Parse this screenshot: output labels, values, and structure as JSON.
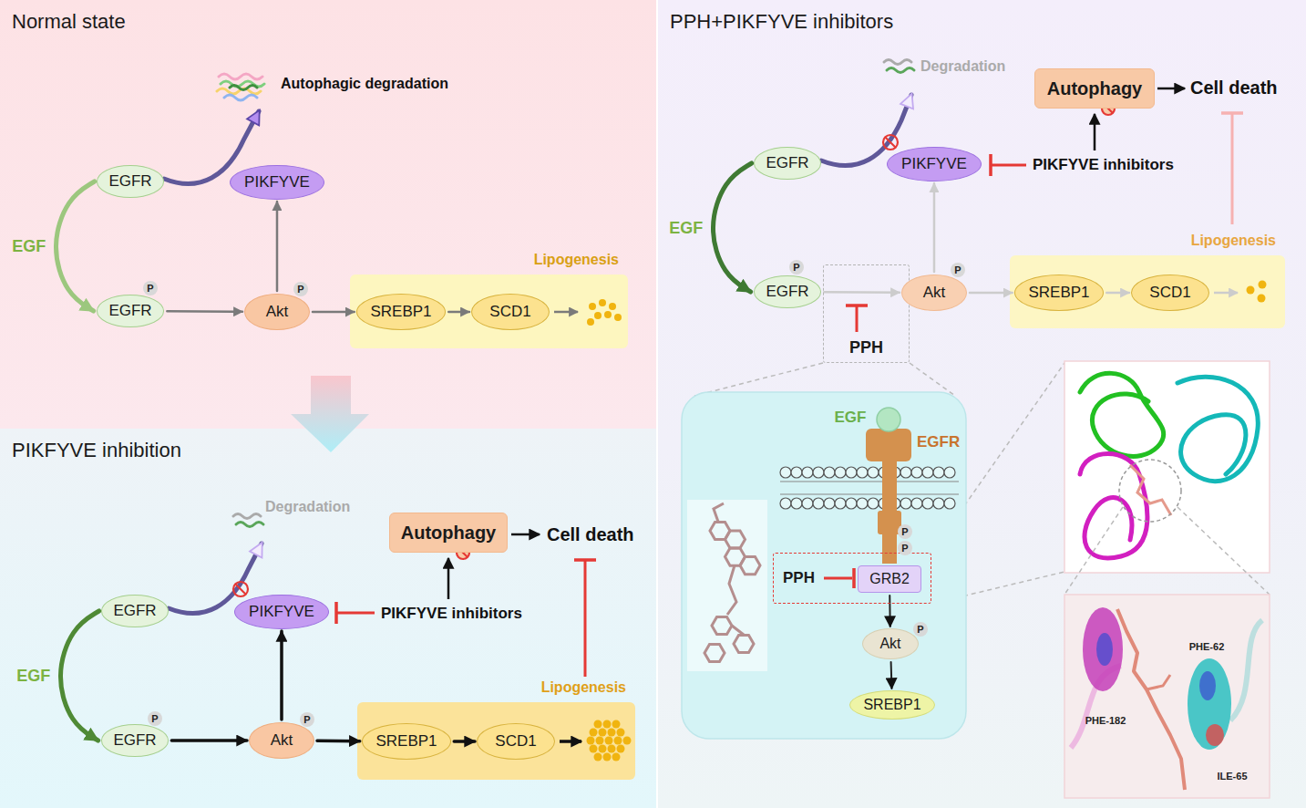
{
  "diagram": {
    "nodes": [
      {
        "text": [
          "Normal state"
        ]
      },
      {
        "text": [
          "EGFR"
        ],
        "in": 0
      },
      {
        "text": [
          "PIKFYVE"
        ],
        "in": 0
      },
      {
        "text": [
          "EGFR"
        ],
        "in": 0
      },
      {
        "text": [
          "Akt"
        ],
        "in": 0
      },
      {
        "text": [
          "Lipogenesis"
        ],
        "in": 0
      },
      {
        "text": [
          "SREBP1"
        ],
        "in": 5
      },
      {
        "text": [
          "SCD1"
        ],
        "in": 5
      },
      {
        "text": [
          "PIKFYVE inhibition"
        ]
      },
      {
        "text": [
          "Autophagy"
        ],
        "in": 8
      },
      {
        "text": [
          "EGFR"
        ],
        "in": 8
      },
      {
        "text": [
          "PIKFYVE"
        ],
        "in": 8
      },
      {
        "text": [
          "EGFR"
        ],
        "in": 8
      },
      {
        "text": [
          "Akt"
        ],
        "in": 8
      },
      {
        "text": [
          "Lipogenesis"
        ],
        "in": 8
      },
      {
        "text": [
          "SREBP1"
        ],
        "in": 14
      },
      {
        "text": [
          "SCD1"
        ],
        "in": 14
      },
      {
        "text": [
          "PPH+PIKFYVE inhibitors"
        ]
      },
      {
        "text": [
          "Autophagy"
        ],
        "in": 17
      },
      {
        "text": [
          "EGFR"
        ],
        "in": 17
      },
      {
        "text": [
          "PIKFYVE"
        ],
        "in": 17
      },
      {
        "text": [
          "EGFR"
        ],
        "in": 17
      },
      {
        "text": [
          "PPH"
        ],
        "in": 17
      },
      {
        "text": [
          "Akt"
        ],
        "in": 17
      },
      {
        "text": [
          "Lipogenesis"
        ],
        "in": 17
      },
      {
        "text": [
          "SREBP1"
        ],
        "in": 24
      },
      {
        "text": [
          "SCD1"
        ],
        "in": 24
      },
      {
        "text": [
          "PPH"
        ],
        "in": 17
      },
      {
        "text": [
          "GRB2"
        ],
        "in": 27
      },
      {
        "text": [
          "Akt"
        ],
        "in": 17
      },
      {
        "text": [
          "SREBP1"
        ],
        "in": 17
      }
    ],
    "edges": [
      {
        "from": 1,
        "to": 3,
        "label": "EGF",
        "arrow": "to"
      },
      {
        "from": 3,
        "to": 4,
        "arrow": "to"
      },
      {
        "from": 4,
        "to": 2,
        "arrow": "to"
      },
      {
        "from": 4,
        "to": 6,
        "arrow": "to"
      },
      {
        "from": 6,
        "to": 7,
        "arrow": "to"
      },
      {
        "from": 10,
        "to": 12,
        "label": "EGF",
        "arrow": "to"
      },
      {
        "from": 12,
        "to": 13,
        "arrow": "to"
      },
      {
        "from": 13,
        "to": 11,
        "arrow": "to"
      },
      {
        "from": 13,
        "to": 15,
        "arrow": "to"
      },
      {
        "from": 15,
        "to": 16,
        "arrow": "to"
      },
      {
        "from": 19,
        "to": 21,
        "label": "EGF",
        "arrow": "to"
      },
      {
        "from": 21,
        "to": 23,
        "arrow": "to"
      },
      {
        "from": 23,
        "to": 20,
        "arrow": "to"
      },
      {
        "from": 23,
        "to": 25,
        "arrow": "to"
      },
      {
        "from": 25,
        "to": 26,
        "arrow": "to"
      },
      {
        "from": 28,
        "to": 29,
        "arrow": "to"
      },
      {
        "from": 29,
        "to": 30,
        "arrow": "to"
      }
    ],
    "labels": [
      "Autophagic degradation",
      "P",
      "P",
      "Degradation",
      "Cell death",
      "PIKFYVE inhibitors",
      "P",
      "P",
      "Degradation",
      "Cell death",
      "PIKFYVE inhibitors",
      "P",
      "P",
      "EGF",
      "EGFR",
      "P",
      "P",
      "P",
      "PHE-62",
      "PHE-182",
      "ILE-65"
    ]
  }
}
